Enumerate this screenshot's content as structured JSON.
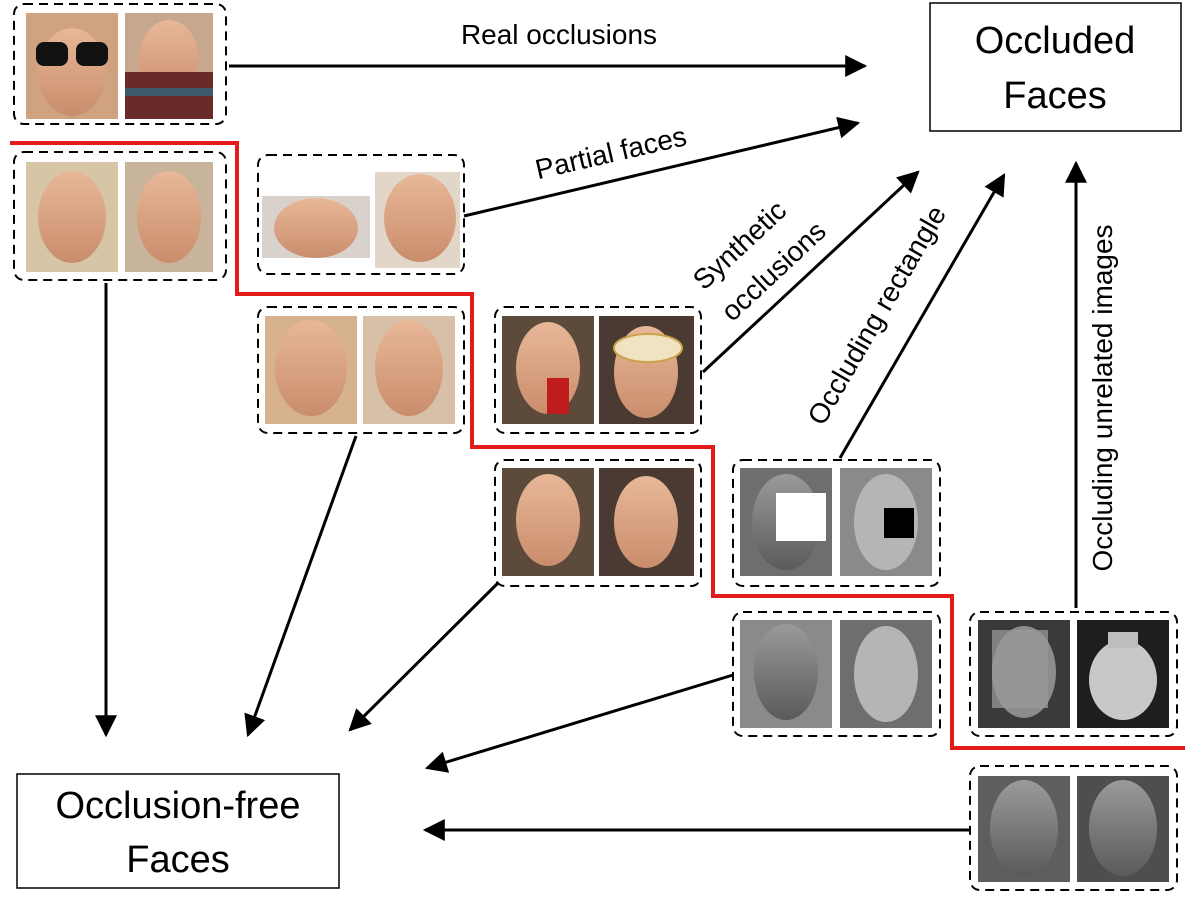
{
  "nodes": {
    "occluded": {
      "line1": "Occluded",
      "line2": "Faces"
    },
    "free": {
      "line1": "Occlusion-free",
      "line2": "Faces"
    }
  },
  "edges": {
    "real": "Real occlusions",
    "partial": "Partial faces",
    "synthetic_1": "Synthetic",
    "synthetic_2": "occlusions",
    "rectangle": "Occluding rectangle",
    "unrelated": "Occluding  unrelated images"
  },
  "colors": {
    "separator": "#e31b1b",
    "border": "#000000",
    "background": "#ffffff"
  }
}
